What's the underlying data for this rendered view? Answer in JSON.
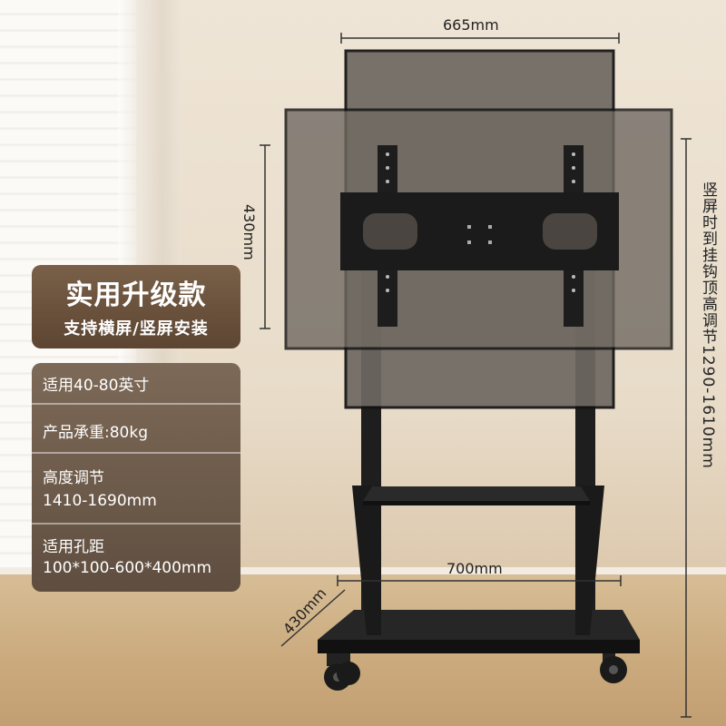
{
  "promo": {
    "title": "实用升级款",
    "subtitle": "支持横屏/竖屏安装"
  },
  "specs": {
    "fit_size": "适用40-80英寸",
    "load": "产品承重:80kg",
    "height_label": "高度调节",
    "height_value": "1410-1690mm",
    "hole_label": "适用孔距",
    "hole_value": "100*100-600*400mm"
  },
  "dimensions": {
    "screen_width": "665mm",
    "screen_height": "430mm",
    "base_width": "700mm",
    "base_depth": "430mm",
    "vertical_height": "竖屏时到挂钩顶高调节1290-1610mm"
  },
  "colors": {
    "badge_top": "#7a6048",
    "badge_bottom": "#5c4532",
    "screen": "#6e6862",
    "stand": "#1e1e1e"
  }
}
